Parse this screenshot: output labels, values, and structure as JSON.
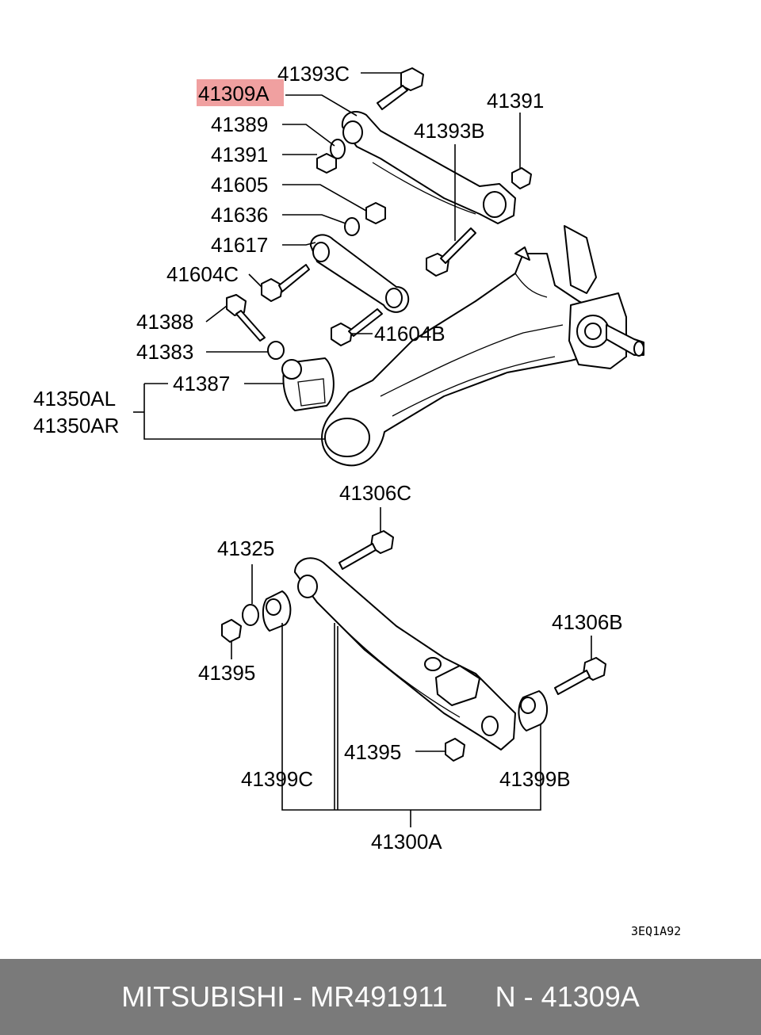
{
  "highlight_color": "#f0a0a0",
  "footer_color": "#7a7a7a",
  "labels": {
    "l41393C": "41393C",
    "l41309A": "41309A",
    "l41389": "41389",
    "l41391a": "41391",
    "l41391b": "41391",
    "l41393B": "41393B",
    "l41605": "41605",
    "l41636": "41636",
    "l41617": "41617",
    "l41604C": "41604C",
    "l41604B": "41604B",
    "l41388": "41388",
    "l41383": "41383",
    "l41387": "41387",
    "l41350AL": "41350AL",
    "l41350AR": "41350AR",
    "l41306C": "41306C",
    "l41325": "41325",
    "l41395a": "41395",
    "l41306B": "41306B",
    "l41395b": "41395",
    "l41399C": "41399C",
    "l41399B": "41399B",
    "l41300A": "41300A"
  },
  "diagram_code": "3EQ1A92",
  "footer": {
    "brand": "MITSUBISHI",
    "sep1": " - ",
    "part_number": "MR491911",
    "gap": "      ",
    "prefix": "N",
    "sep2": " - ",
    "ref": "41309A"
  }
}
